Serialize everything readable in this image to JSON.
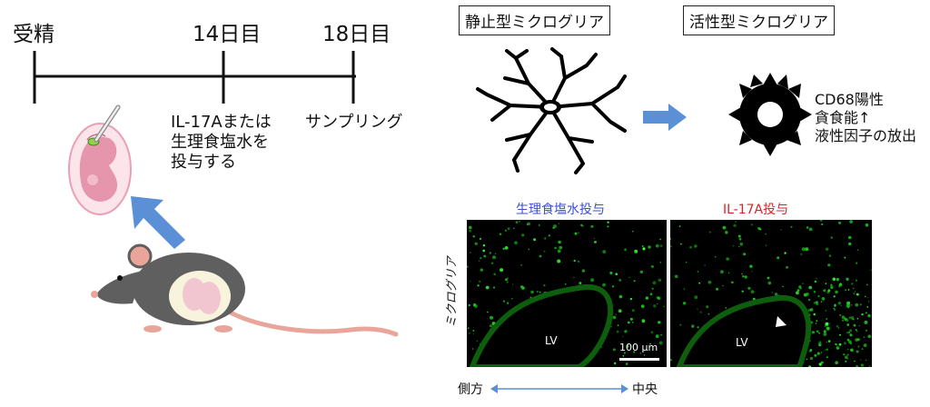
{
  "timeline": {
    "start_label": "受精",
    "day14_label": "14日目",
    "day18_label": "18日目",
    "treatment_note": [
      "IL-17Aまたは",
      "生理食塩水を",
      "投与する"
    ],
    "sampling_label": "サンプリング"
  },
  "microglia": {
    "resting_label": "静止型ミクログリア",
    "activated_label": "活性型ミクログリア",
    "features": [
      "CD68陽性",
      "貪食能↑",
      "液性因子の放出"
    ]
  },
  "images": {
    "saline_title": "生理食塩水投与",
    "il17a_title": "IL-17A投与",
    "row_label": "ミクログリア",
    "lv_left": "LV",
    "lv_right": "LV",
    "scale_bar": "100 μm",
    "axis_lateral": "側方",
    "axis_medial": "中央"
  },
  "colors": {
    "arrow_blue": "#5b8fd6",
    "saline_title_color": "#3b4fd6",
    "il17a_title_color": "#e02020",
    "micro_green": "#19c219",
    "mouse_gray": "#5f5f5f",
    "mouse_pink": "#e9a59a",
    "embryo_pink": "#e596ad"
  }
}
